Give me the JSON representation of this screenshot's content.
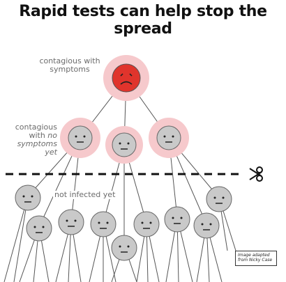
{
  "title": "Rapid tests can help stop the spread",
  "labels": {
    "contagious_with_symptoms_line1": "contagious with",
    "contagious_with_symptoms_line2": "symptoms",
    "contagious_no_symptoms_line1": "contagious",
    "contagious_no_symptoms_line2_a": "with ",
    "contagious_no_symptoms_line2_b": "no",
    "contagious_no_symptoms_line3": "symptoms",
    "contagious_no_symptoms_line4": "yet",
    "not_infected_yet": "not infected yet"
  },
  "credit": {
    "line1": "Image adapted",
    "line2": "from Nicky Case"
  },
  "icons": {
    "cut_line": "scissors-icon",
    "sick_face": "frowning-face-icon",
    "neutral_face": "neutral-face-icon"
  },
  "colors": {
    "infected_red": "#e0342c",
    "halo_pink": "#f6c9cc",
    "face_gray": "#c9c9c9",
    "line": "#555555"
  }
}
